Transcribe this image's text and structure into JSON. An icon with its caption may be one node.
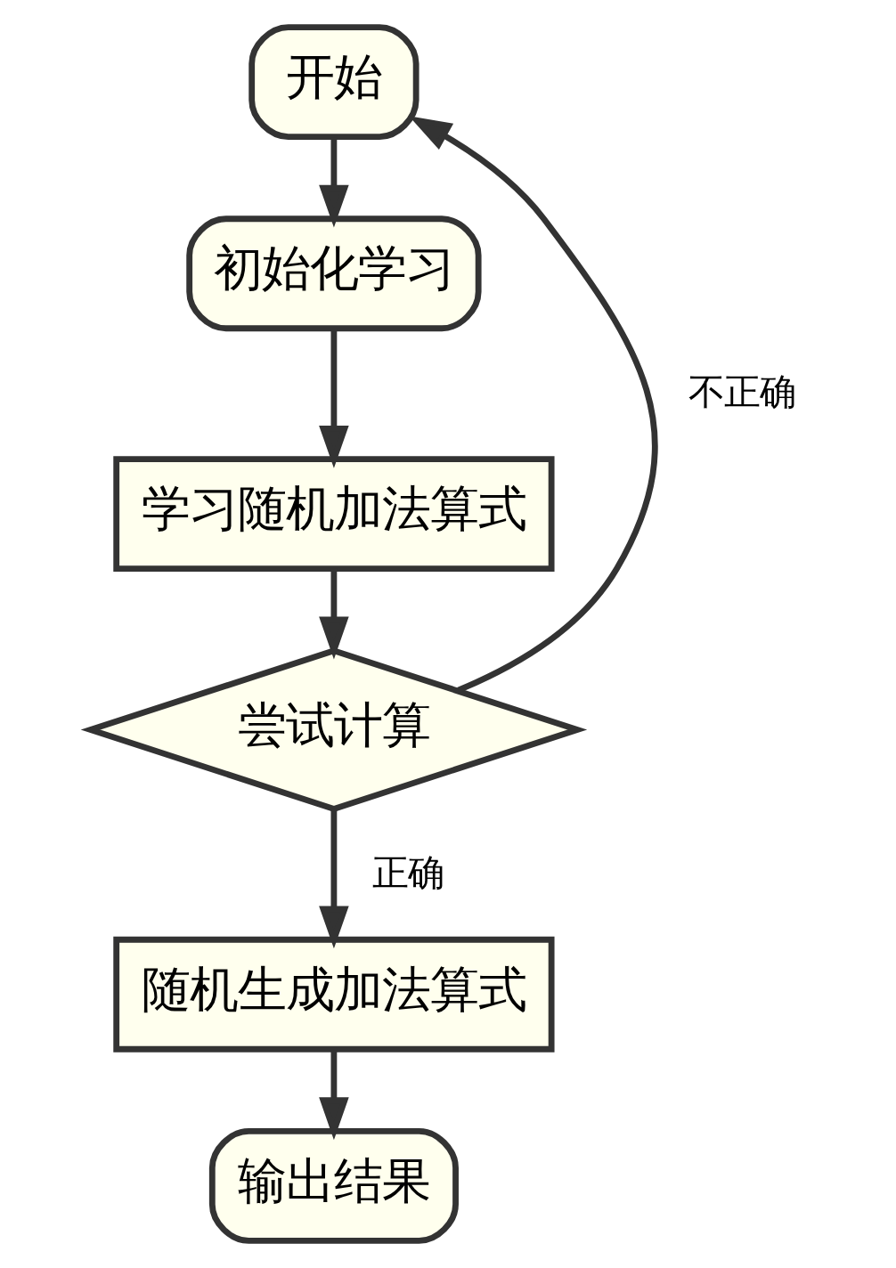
{
  "diagram": {
    "nodes": [
      {
        "text": [
          "开始"
        ]
      },
      {
        "text": [
          "初始化学习"
        ]
      },
      {
        "text": [
          "学习随机加法算式"
        ]
      },
      {
        "text": [
          "尝试计算"
        ]
      },
      {
        "text": [
          "随机生成加法算式"
        ]
      },
      {
        "text": [
          "输出结果"
        ]
      }
    ],
    "edges": [
      {
        "from": 0,
        "to": 1,
        "arrow": "to"
      },
      {
        "from": 1,
        "to": 2,
        "arrow": "to"
      },
      {
        "from": 2,
        "to": 3,
        "arrow": "to"
      },
      {
        "from": 3,
        "to": 0,
        "arrow": "to",
        "label": "不正确"
      },
      {
        "from": 3,
        "to": 4,
        "arrow": "to",
        "label": "正确"
      },
      {
        "from": 4,
        "to": 5,
        "arrow": "to"
      }
    ]
  }
}
